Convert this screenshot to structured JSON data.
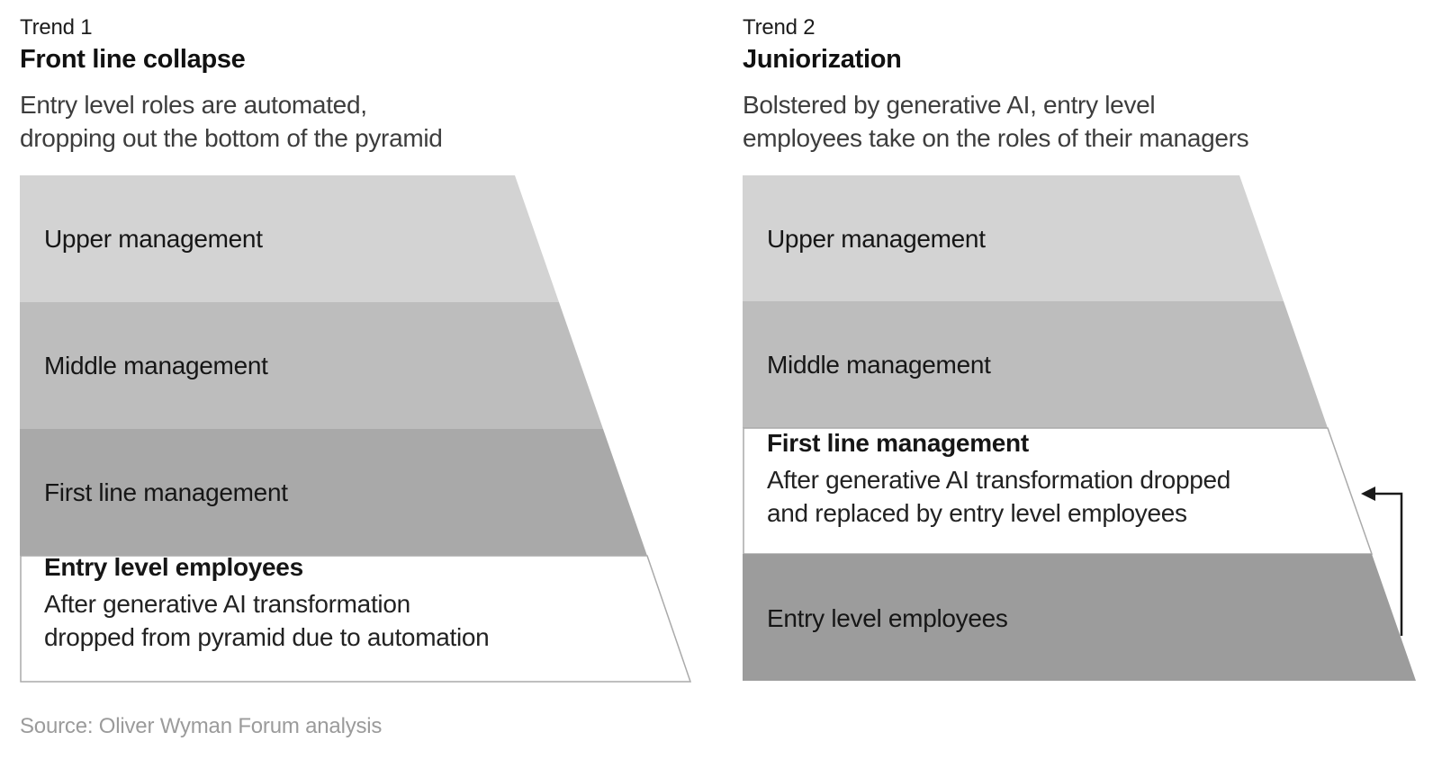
{
  "colors": {
    "layer_upper": "#d3d3d3",
    "layer_middle": "#bdbdbd",
    "layer_first_line": "#a9a9a9",
    "layer_entry_dark": "#9c9c9c",
    "highlight_fill": "#ffffff",
    "highlight_border": "#aaaaaa",
    "arrow": "#1a1a1a"
  },
  "trend1": {
    "eyebrow": "Trend 1",
    "title": "Front line collapse",
    "description_lines": [
      "Entry level roles are automated,",
      "dropping out the bottom of the pyramid"
    ],
    "layers": {
      "upper": "Upper management",
      "middle": "Middle management",
      "first_line": "First line management",
      "entry_title": "Entry level employees",
      "entry_note_lines": [
        "After generative AI transformation",
        "dropped from pyramid due to automation"
      ]
    }
  },
  "trend2": {
    "eyebrow": "Trend 2",
    "title": "Juniorization",
    "description_lines": [
      "Bolstered by generative AI, entry level",
      "employees take on the roles of their managers"
    ],
    "layers": {
      "upper": "Upper management",
      "middle": "Middle management",
      "first_line_title": "First line management",
      "first_line_note_lines": [
        "After generative AI transformation dropped",
        "and replaced by entry level employees"
      ],
      "entry": "Entry level employees"
    }
  },
  "footer": {
    "source_note": "Source: Oliver Wyman Forum analysis"
  }
}
